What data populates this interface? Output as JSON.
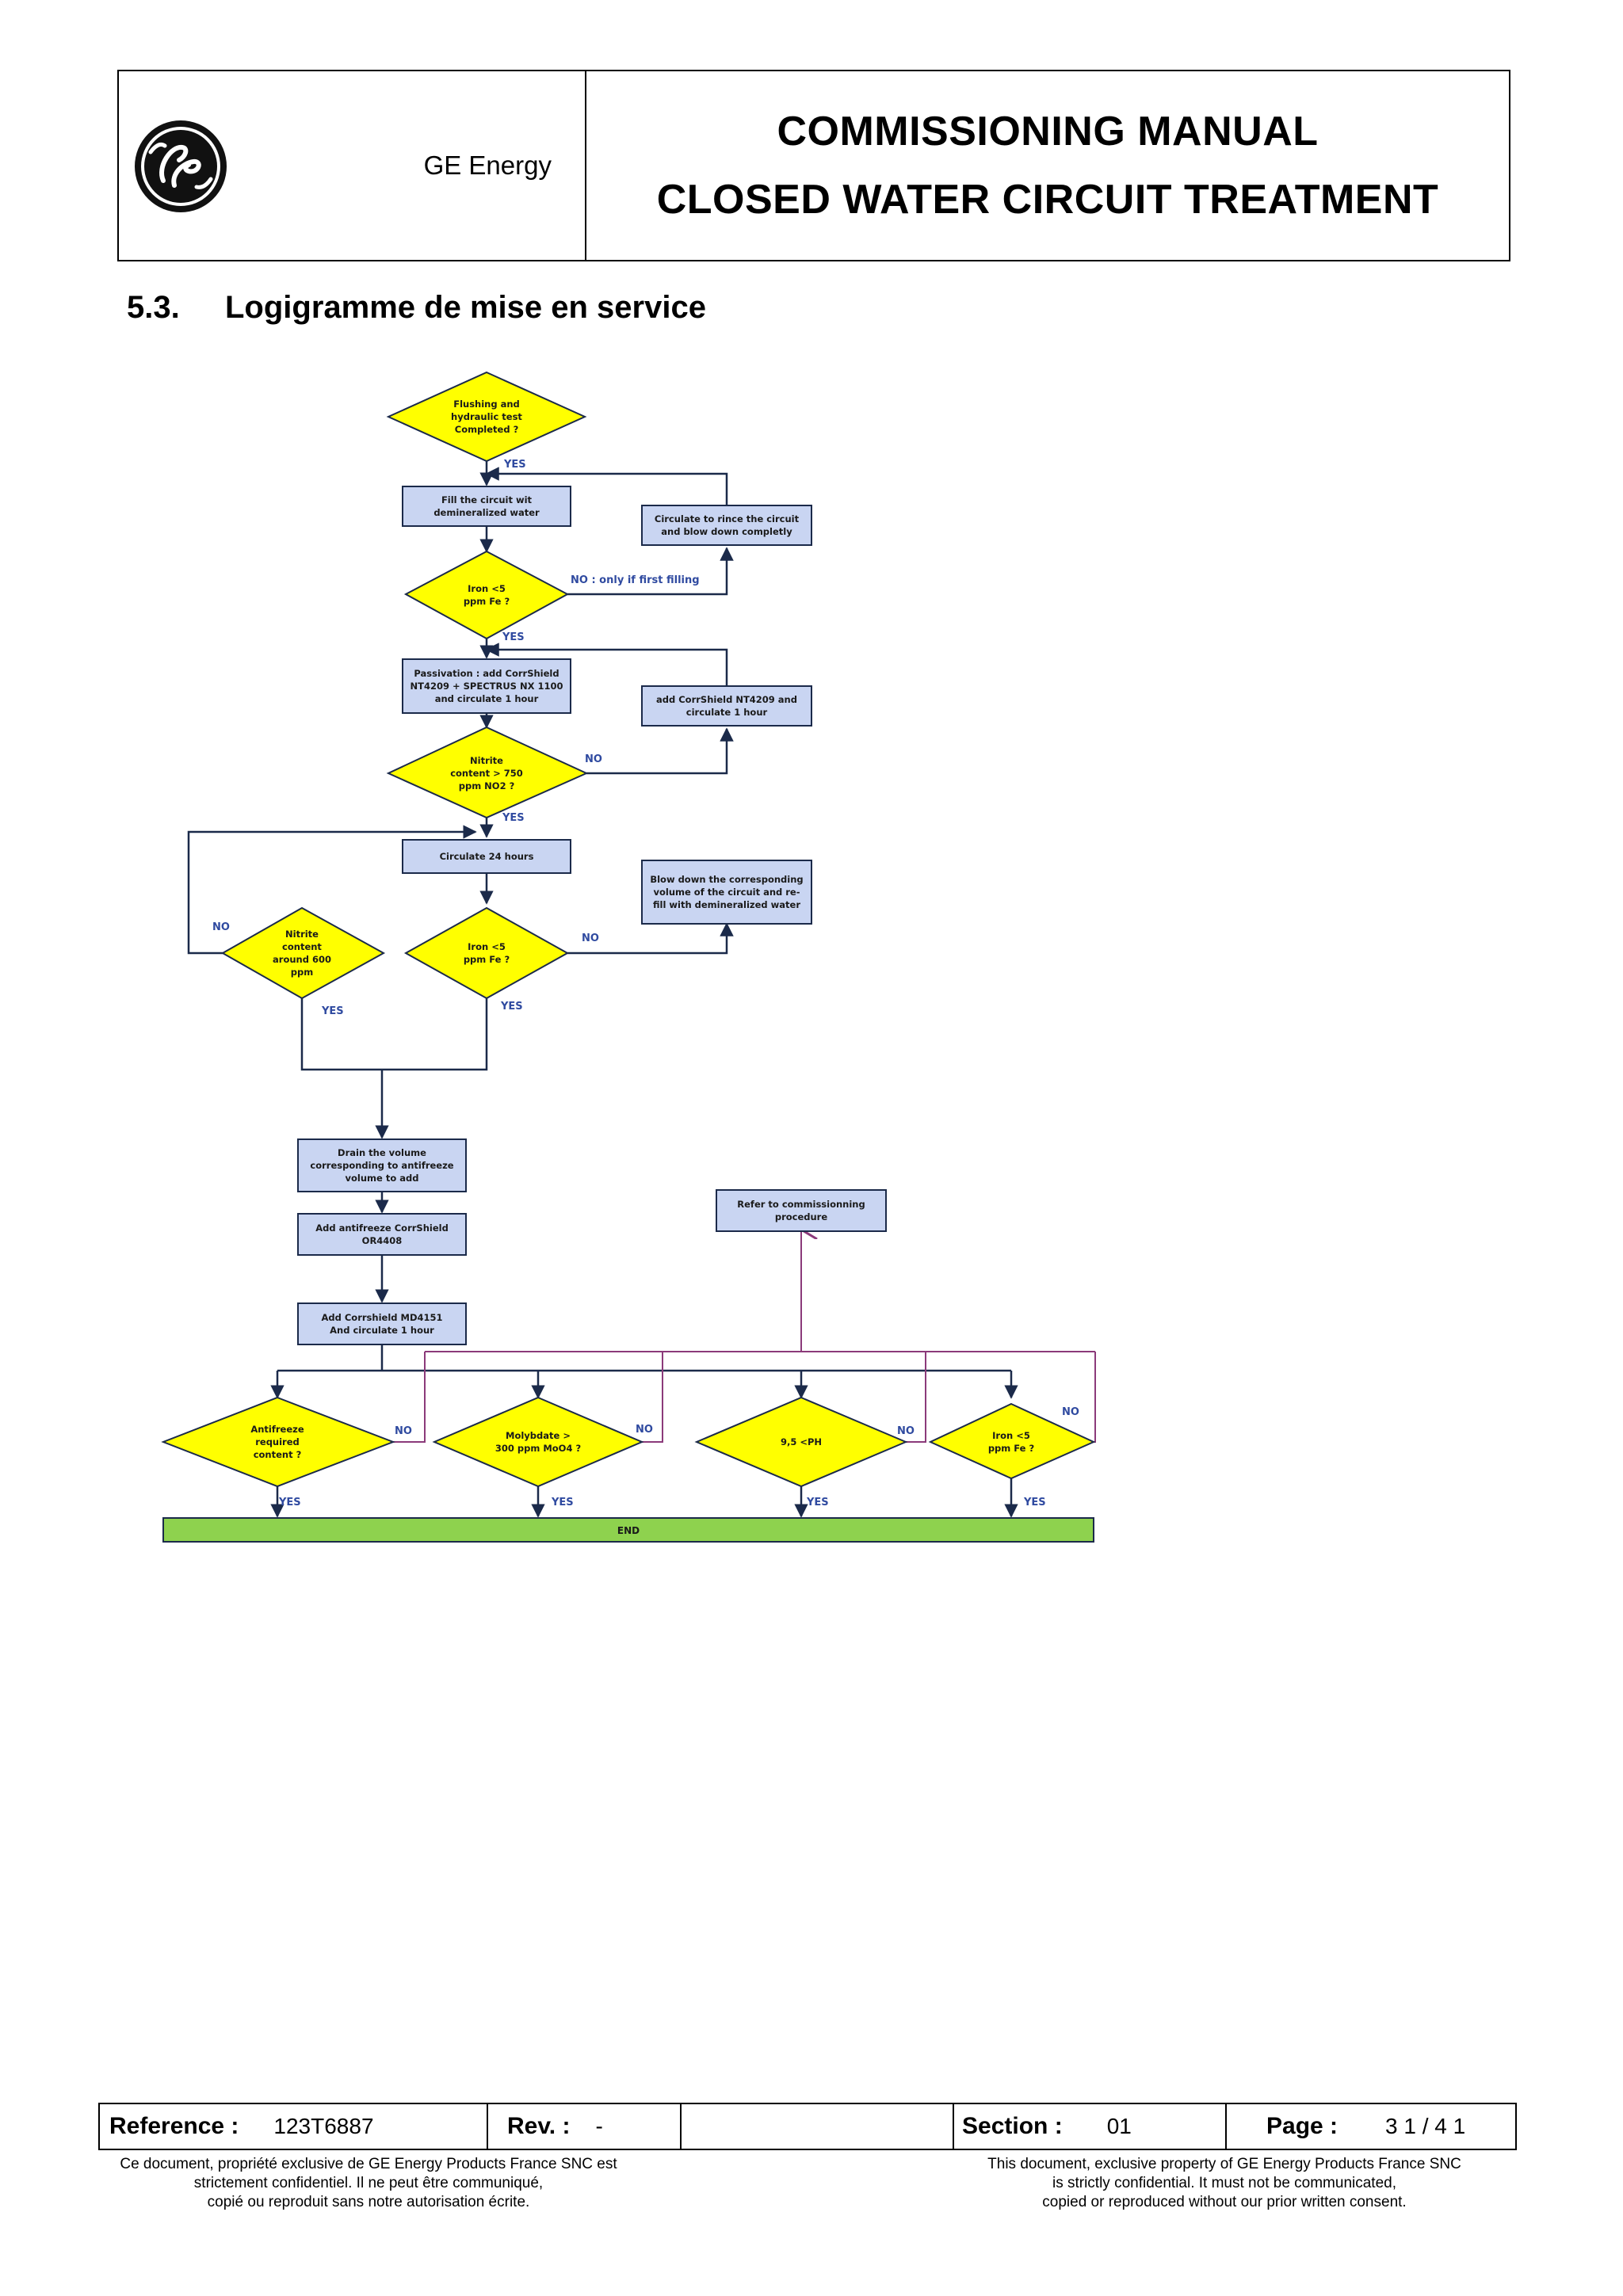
{
  "header": {
    "company": "GE Energy",
    "title_line1": "COMMISSIONING MANUAL",
    "title_line2": "CLOSED WATER CIRCUIT TREATMENT"
  },
  "section": {
    "number": "5.3.",
    "title": "Logigramme de mise en service"
  },
  "flowchart": {
    "d_flushing": [
      "Flushing and",
      "hydraulic test",
      "Completed ?"
    ],
    "b_fill": [
      "Fill the circuit wit",
      "demineralized water"
    ],
    "b_rince": [
      "Circulate to rince the circuit",
      "and blow down completly"
    ],
    "d_iron1": [
      "Iron <5",
      "ppm Fe ?"
    ],
    "lbl_no_first": "NO : only if first filling",
    "b_passivation": [
      "Passivation : add CorrShield",
      "NT4209 + SPECTRUS NX 1100",
      "and circulate 1 hour"
    ],
    "b_add_nt": [
      "add CorrShield NT4209 and",
      "circulate 1 hour"
    ],
    "d_nitrite750": [
      "Nitrite",
      "content > 750",
      "ppm NO2 ?"
    ],
    "b_circ24": [
      "Circulate 24 hours"
    ],
    "b_blowdown": [
      "Blow down the corresponding",
      "volume of the circuit and re-",
      "fill with demineralized water"
    ],
    "d_nitrite600": [
      "Nitrite",
      "content",
      "around 600",
      "ppm"
    ],
    "d_iron2": [
      "Iron <5",
      "ppm Fe ?"
    ],
    "b_drain": [
      "Drain the volume",
      "corresponding to antifreeze",
      "volume to add"
    ],
    "b_antifreeze": [
      "Add antifreeze CorrShield",
      "OR4408"
    ],
    "b_md4151": [
      "Add Corrshield MD4151",
      "And circulate 1 hour"
    ],
    "b_refer": [
      "Refer to  commissionning",
      "procedure"
    ],
    "d_antifreeze": [
      "Antifreeze",
      "required",
      "content  ?"
    ],
    "d_molybdate": [
      "Molybdate >",
      "300 ppm MoO4 ?"
    ],
    "d_ph": [
      "9,5 <PH"
    ],
    "d_iron3": [
      "Iron <5",
      "ppm Fe ?"
    ],
    "yes": "YES",
    "no": "NO",
    "end": "END"
  },
  "colors": {
    "decision_fill": "#ffff00",
    "process_fill": "#c9d5f2",
    "end_fill": "#8ed24e",
    "arrow": "#1b2a4a",
    "feedback_line": "#8b3a7a",
    "label": "#2f4aa0"
  },
  "footer": {
    "reference_label": "Reference :",
    "reference_value": "123T6887",
    "rev_label": "Rev. :",
    "rev_value": "-",
    "section_label": "Section :",
    "section_value": "01",
    "page_label": "Page :",
    "page_value": "3 1 / 4 1"
  },
  "disclaimer_fr": [
    "Ce document, propriété exclusive de GE Energy Products France SNC est",
    "strictement confidentiel. Il ne peut être communiqué,",
    "copié ou reproduit sans notre autorisation écrite."
  ],
  "disclaimer_en": [
    "This document, exclusive property of GE Energy Products France SNC",
    "is strictly confidential. It must not be communicated,",
    "copied or reproduced without our prior written consent."
  ]
}
